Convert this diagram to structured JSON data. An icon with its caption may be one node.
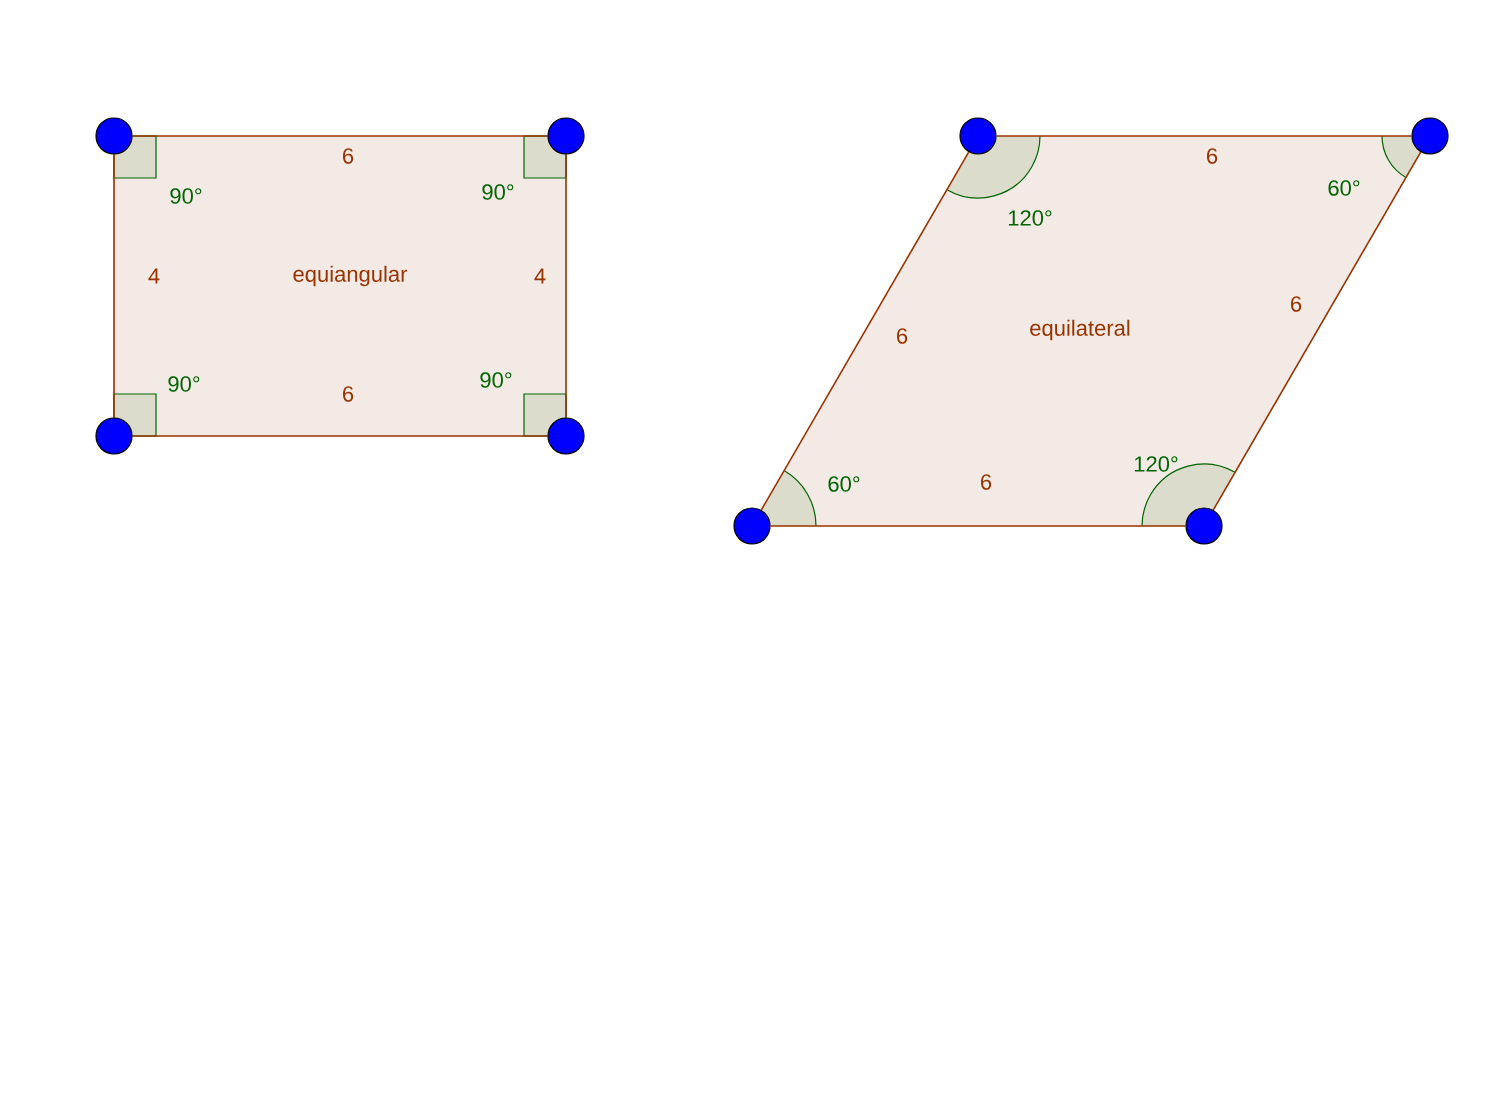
{
  "diagram": {
    "nodes": [
      {
        "text": [
          "equiangular"
        ]
      },
      {
        "text": [
          "equilateral"
        ]
      },
      {
        "text": [],
        "shape": "circle"
      },
      {
        "text": [],
        "shape": "circle"
      },
      {
        "text": [],
        "shape": "circle"
      },
      {
        "text": [],
        "shape": "circle"
      },
      {
        "text": [],
        "shape": "circle"
      },
      {
        "text": [],
        "shape": "circle"
      },
      {
        "text": [],
        "shape": "circle"
      },
      {
        "text": [],
        "shape": "circle"
      }
    ],
    "edges": [
      {
        "from": 2,
        "to": 3,
        "arrow": "none",
        "label": "6"
      },
      {
        "from": 3,
        "to": 4,
        "arrow": "none",
        "label": "4"
      },
      {
        "from": 4,
        "to": 5,
        "arrow": "none",
        "label": "6"
      },
      {
        "from": 5,
        "to": 2,
        "arrow": "none",
        "label": "4"
      },
      {
        "from": 6,
        "to": 7,
        "arrow": "none",
        "label": "6"
      },
      {
        "from": 7,
        "to": 8,
        "arrow": "none",
        "label": "6"
      },
      {
        "from": 8,
        "to": 9,
        "arrow": "none",
        "label": "6"
      },
      {
        "from": 9,
        "to": 6,
        "arrow": "none",
        "label": "6"
      }
    ],
    "labels": [
      "90°",
      "90°",
      "90°",
      "90°",
      "120°",
      "60°",
      "60°",
      "120°"
    ]
  }
}
